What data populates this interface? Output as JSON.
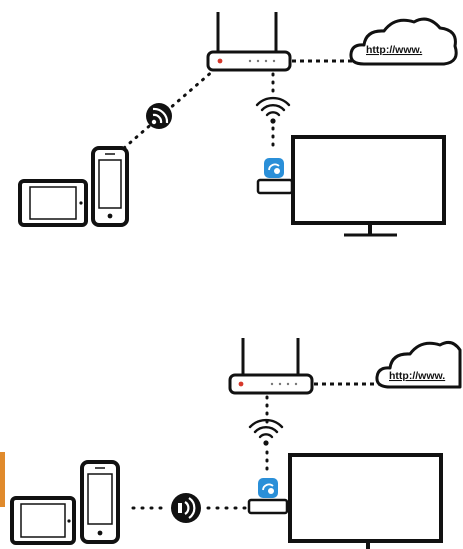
{
  "panels": [
    {
      "id": "top",
      "cloud_label": "http://www.",
      "link": "wifi"
    },
    {
      "id": "bottom",
      "cloud_label": "http://www.",
      "link": "nfc"
    }
  ],
  "colors": {
    "line": "#111111",
    "led": "#d6382b",
    "dongle_badge": "#2a8fd8",
    "accent_strip": "#e08a2c"
  },
  "icons": [
    "router-icon",
    "cloud-icon",
    "wifi-icon",
    "nfc-icon",
    "tv-icon",
    "dongle-icon",
    "tablet-icon",
    "phone-icon"
  ]
}
